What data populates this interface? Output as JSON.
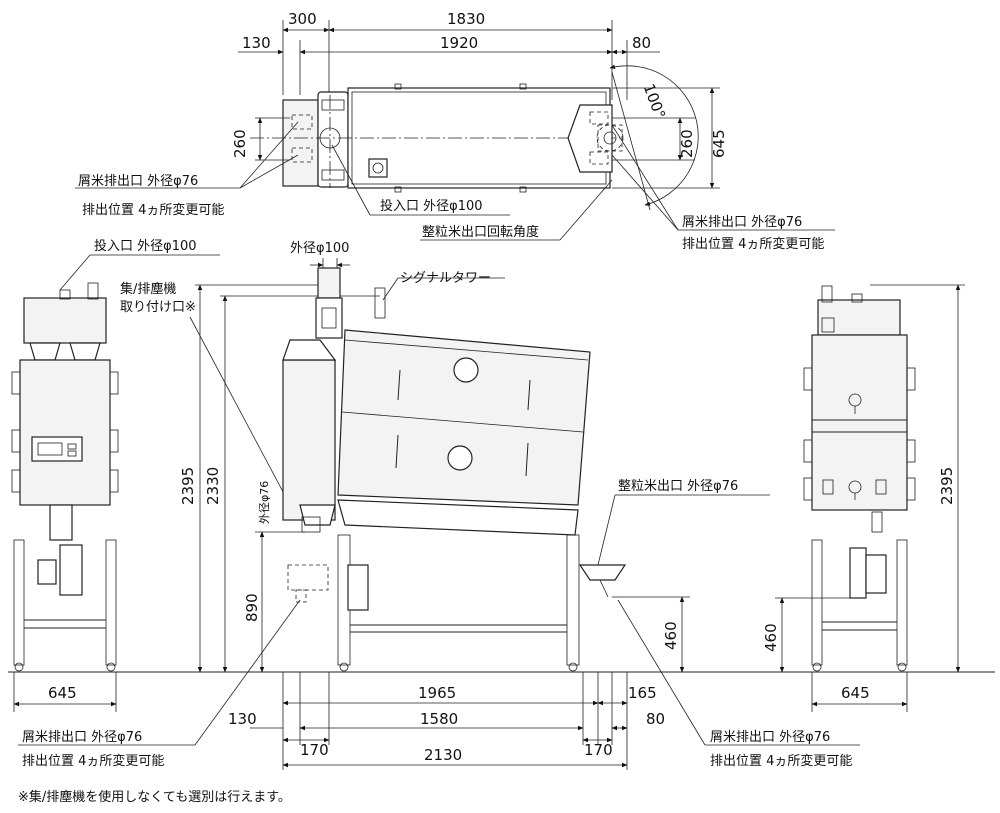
{
  "top_view": {
    "dims": {
      "d300": "300",
      "d1830": "1830",
      "d130": "130",
      "d1920": "1920",
      "d80": "80",
      "d260_left": "260",
      "d260_right": "260",
      "d645": "645",
      "angle": "100°"
    },
    "labels": {
      "waste_outlet_left": "屑米排出口 外径φ76",
      "waste_pos_left": "排出位置 4ヵ所変更可能",
      "inlet": "投入口 外径φ100",
      "rotation": "整粒米出口回転角度",
      "waste_outlet_right": "屑米排出口 外径φ76",
      "waste_pos_right": "排出位置 4ヵ所変更可能"
    }
  },
  "front_view": {
    "labels": {
      "inlet": "投入口 外径φ100",
      "dust_mount_1": "集/排塵機",
      "dust_mount_2": "取り付け口※",
      "od100": "外径φ100",
      "signal_tower": "シグナルタワー",
      "od76_vertical": "外径φ76",
      "rice_outlet": "整粒米出口 外径φ76",
      "waste_outlet_left": "屑米排出口 外径φ76",
      "waste_pos_left": "排出位置 4ヵ所変更可能",
      "waste_outlet_right": "屑米排出口 外径φ76",
      "waste_pos_right": "排出位置 4ヵ所変更可能"
    },
    "dims": {
      "h2395_left": "2395",
      "h2330": "2330",
      "h890": "890",
      "h460": "460",
      "w645_left": "645",
      "w1965": "1965",
      "w165": "165",
      "w130": "130",
      "w1580": "1580",
      "w80": "80",
      "w170_left": "170",
      "w2130": "2130",
      "w170_right": "170"
    }
  },
  "side_view": {
    "dims": {
      "h2395": "2395",
      "h460": "460",
      "w645": "645"
    }
  },
  "footnote": "※集/排塵機を使用しなくても選別は行えます。"
}
